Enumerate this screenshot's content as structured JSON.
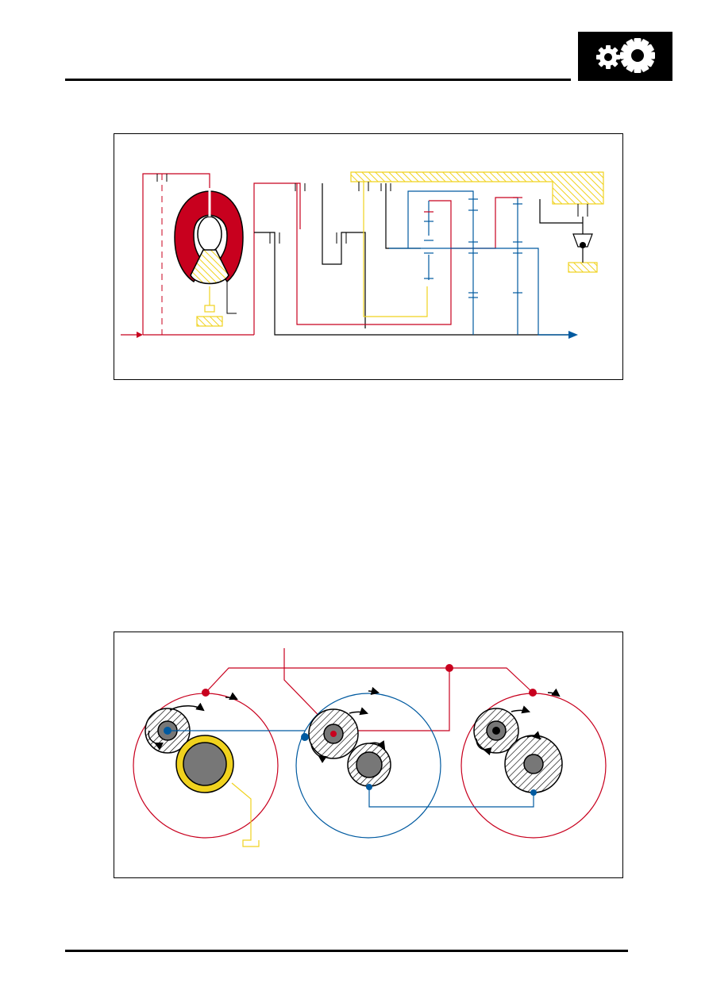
{
  "header": {
    "section_icon": "gears-icon"
  },
  "colors": {
    "pressure_red": "#c8001e",
    "output_blue": "#005aa0",
    "hatch_yellow": "#f0d21e",
    "gear_grey": "#777777",
    "ink": "#000000"
  },
  "figures": [
    {
      "id": "powerflow-schematic",
      "kind": "gear train schematic"
    },
    {
      "id": "planetary-gearset-diagram",
      "kind": "planetary gear sets end view"
    }
  ]
}
